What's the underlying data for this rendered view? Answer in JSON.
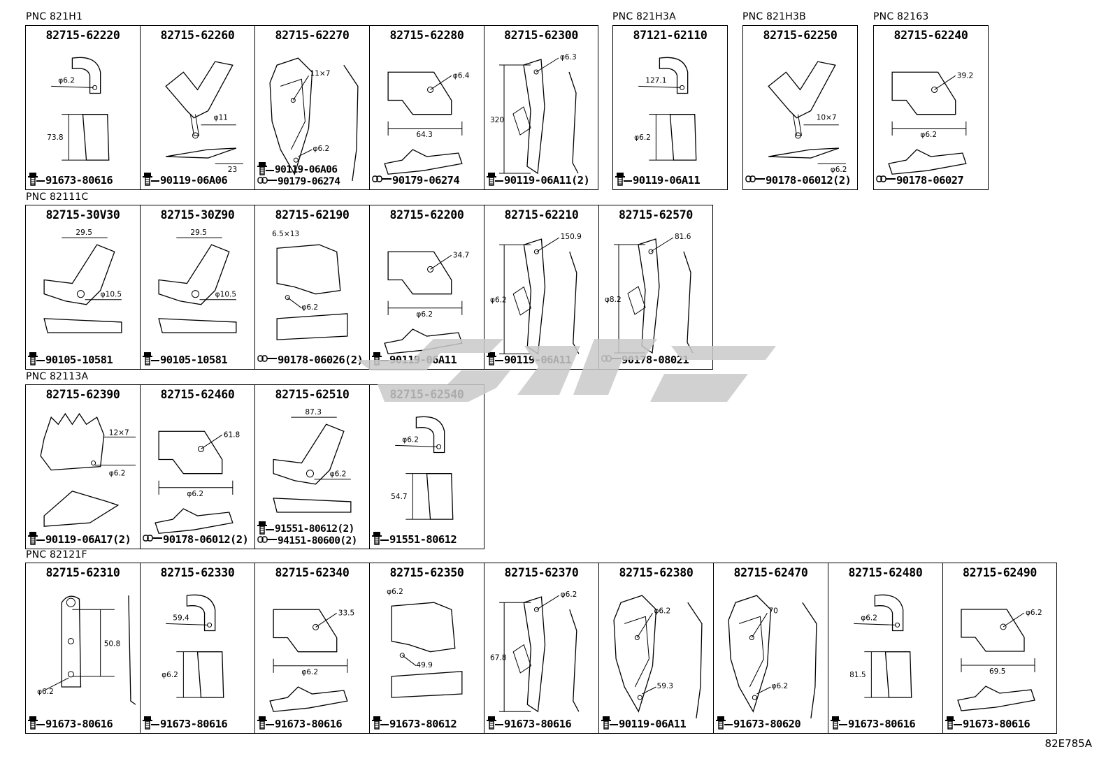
{
  "diagram_id": "82E785A",
  "groups": [
    {
      "pnc": "PNC 821H1",
      "cells": [
        {
          "part": "82715-62220",
          "fast": [
            {
              "icon": "bolt",
              "code": "91673-80616"
            }
          ],
          "labels": [
            "φ6.2",
            "73.8"
          ]
        },
        {
          "part": "82715-62260",
          "fast": [
            {
              "icon": "bolt",
              "code": "90119-06A06"
            }
          ],
          "labels": [
            "φ11",
            "23"
          ]
        },
        {
          "part": "82715-62270",
          "fast": [
            {
              "icon": "bolt",
              "code": "90119-06A06"
            },
            {
              "icon": "clip",
              "code": "90179-06274"
            }
          ],
          "labels": [
            "11×7",
            "φ6.2"
          ]
        },
        {
          "part": "82715-62280",
          "fast": [
            {
              "icon": "clip",
              "code": "90179-06274"
            }
          ],
          "labels": [
            "φ6.4",
            "64.3"
          ]
        },
        {
          "part": "82715-62300",
          "fast": [
            {
              "icon": "bolt",
              "code": "90119-06A11(2)"
            }
          ],
          "labels": [
            "φ6.3",
            "320"
          ]
        }
      ]
    },
    {
      "pnc": "PNC 821H3A",
      "cells": [
        {
          "part": "87121-62110",
          "fast": [
            {
              "icon": "bolt",
              "code": "90119-06A11"
            }
          ],
          "labels": [
            "127.1",
            "φ6.2"
          ]
        }
      ]
    },
    {
      "pnc": "PNC 821H3B",
      "cells": [
        {
          "part": "82715-62250",
          "fast": [
            {
              "icon": "clip",
              "code": "90178-06012(2)"
            }
          ],
          "labels": [
            "10×7",
            "φ6.2"
          ]
        }
      ]
    },
    {
      "pnc": "PNC 82163",
      "cells": [
        {
          "part": "82715-62240",
          "fast": [
            {
              "icon": "clip",
              "code": "90178-06027"
            }
          ],
          "labels": [
            "39.2",
            "φ6.2"
          ]
        }
      ]
    },
    {
      "pnc": "PNC 82111C",
      "cells": [
        {
          "part": "82715-30V30",
          "fast": [
            {
              "icon": "bolt",
              "code": "90105-10581"
            }
          ],
          "labels": [
            "29.5",
            "φ10.5"
          ]
        },
        {
          "part": "82715-30Z90",
          "fast": [
            {
              "icon": "bolt",
              "code": "90105-10581"
            }
          ],
          "labels": [
            "29.5",
            "φ10.5"
          ]
        },
        {
          "part": "82715-62190",
          "fast": [
            {
              "icon": "clip",
              "code": "90178-06026(2)"
            }
          ],
          "labels": [
            "6.5×13",
            "φ6.2"
          ]
        },
        {
          "part": "82715-62200",
          "fast": [
            {
              "icon": "bolt",
              "code": "90119-06A11"
            }
          ],
          "labels": [
            "34.7",
            "φ6.2"
          ]
        },
        {
          "part": "82715-62210",
          "fast": [
            {
              "icon": "bolt",
              "code": "90119-06A11"
            }
          ],
          "labels": [
            "150.9",
            "φ6.2"
          ]
        },
        {
          "part": "82715-62570",
          "fast": [
            {
              "icon": "clip",
              "code": "90178-08021"
            }
          ],
          "labels": [
            "81.6",
            "φ8.2"
          ]
        }
      ]
    },
    {
      "pnc": "PNC 82113A",
      "cells": [
        {
          "part": "82715-62390",
          "fast": [
            {
              "icon": "bolt",
              "code": "90119-06A17(2)"
            }
          ],
          "labels": [
            "12×7",
            "φ6.2"
          ]
        },
        {
          "part": "82715-62460",
          "fast": [
            {
              "icon": "clip",
              "code": "90178-06012(2)"
            }
          ],
          "labels": [
            "61.8",
            "φ6.2"
          ]
        },
        {
          "part": "82715-62510",
          "fast": [
            {
              "icon": "bolt",
              "code": "91551-80612(2)"
            },
            {
              "icon": "clip",
              "code": "94151-80600(2)"
            }
          ],
          "labels": [
            "87.3",
            "φ6.2"
          ]
        },
        {
          "part": "82715-62540",
          "fast": [
            {
              "icon": "bolt",
              "code": "91551-80612"
            }
          ],
          "labels": [
            "φ6.2",
            "54.7"
          ]
        }
      ]
    },
    {
      "pnc": "PNC 82121F",
      "cells": [
        {
          "part": "82715-62310",
          "fast": [
            {
              "icon": "bolt",
              "code": "91673-80616"
            }
          ],
          "labels": [
            "50.8",
            "φ6.2"
          ]
        },
        {
          "part": "82715-62330",
          "fast": [
            {
              "icon": "bolt",
              "code": "91673-80616"
            }
          ],
          "labels": [
            "59.4",
            "φ6.2"
          ]
        },
        {
          "part": "82715-62340",
          "fast": [
            {
              "icon": "bolt",
              "code": "91673-80616"
            }
          ],
          "labels": [
            "33.5",
            "φ6.2"
          ]
        },
        {
          "part": "82715-62350",
          "fast": [
            {
              "icon": "bolt",
              "code": "91673-80612"
            }
          ],
          "labels": [
            "φ6.2",
            "49.9"
          ]
        },
        {
          "part": "82715-62370",
          "fast": [
            {
              "icon": "bolt",
              "code": "91673-80616"
            }
          ],
          "labels": [
            "φ6.2",
            "67.8"
          ]
        },
        {
          "part": "82715-62380",
          "fast": [
            {
              "icon": "bolt",
              "code": "90119-06A11"
            }
          ],
          "labels": [
            "φ6.2",
            "59.3"
          ]
        },
        {
          "part": "82715-62470",
          "fast": [
            {
              "icon": "bolt",
              "code": "91673-80620"
            }
          ],
          "labels": [
            "70",
            "φ6.2"
          ]
        },
        {
          "part": "82715-62480",
          "fast": [
            {
              "icon": "bolt",
              "code": "91673-80616"
            }
          ],
          "labels": [
            "φ6.2",
            "81.5"
          ]
        },
        {
          "part": "82715-62490",
          "fast": [
            {
              "icon": "bolt",
              "code": "91673-80616"
            }
          ],
          "labels": [
            "φ6.2",
            "69.5"
          ]
        }
      ]
    }
  ]
}
